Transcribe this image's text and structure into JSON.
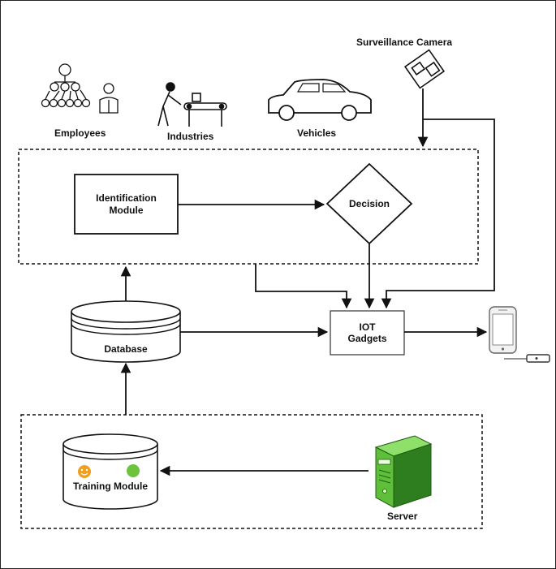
{
  "labels": {
    "surveillance_camera": "Surveillance Camera",
    "employees": "Employees",
    "industries": "Industries",
    "vehicles": "Vehicles",
    "identification_line1": "Identification",
    "identification_line2": "Module",
    "decision": "Decision",
    "iot_line1": "IOT",
    "iot_line2": "Gadgets",
    "database": "Database",
    "training_module": "Training Module",
    "server": "Server"
  },
  "colors": {
    "line": "#111111",
    "server_green": "#5fbf3a",
    "server_dark": "#2e7d1f",
    "smiley": "#f0a020",
    "green_dot": "#6bc43b"
  }
}
